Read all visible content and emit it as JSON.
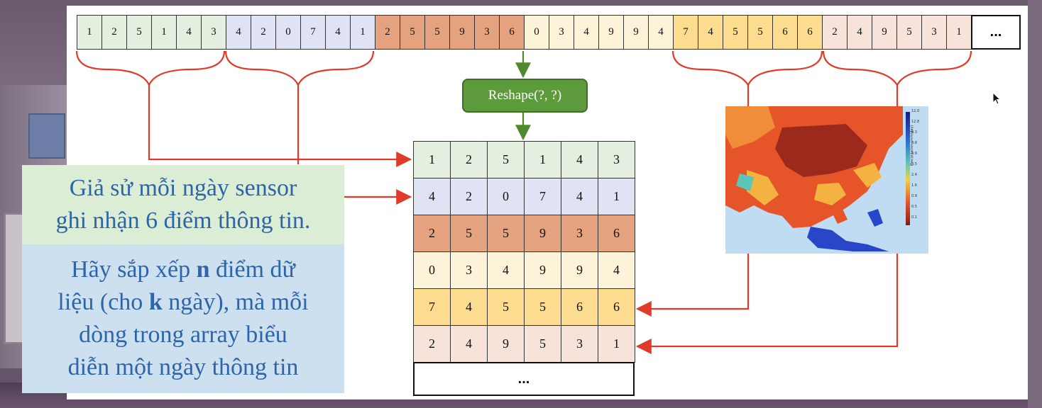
{
  "top_sequence": {
    "groups": [
      {
        "values": [
          "1",
          "2",
          "5",
          "1",
          "4",
          "3"
        ],
        "color": "#e4efdf"
      },
      {
        "values": [
          "4",
          "2",
          "0",
          "7",
          "4",
          "1"
        ],
        "color": "#dfe3f3"
      },
      {
        "values": [
          "2",
          "5",
          "5",
          "9",
          "3",
          "6"
        ],
        "color": "#e4a27e"
      },
      {
        "values": [
          "0",
          "3",
          "4",
          "9",
          "9",
          "4"
        ],
        "color": "#fdf3d8"
      },
      {
        "values": [
          "7",
          "4",
          "5",
          "5",
          "6",
          "6"
        ],
        "color": "#fcdc8e"
      },
      {
        "values": [
          "2",
          "4",
          "9",
          "5",
          "3",
          "1"
        ],
        "color": "#f8e3da"
      }
    ],
    "ellipsis": "..."
  },
  "reshape_label": "Reshape(?, ?)",
  "grid": {
    "rows": [
      {
        "values": [
          "1",
          "2",
          "5",
          "1",
          "4",
          "3"
        ],
        "color": "#e4efdf"
      },
      {
        "values": [
          "4",
          "2",
          "0",
          "7",
          "4",
          "1"
        ],
        "color": "#dfe3f3"
      },
      {
        "values": [
          "2",
          "5",
          "5",
          "9",
          "3",
          "6"
        ],
        "color": "#e4a27e"
      },
      {
        "values": [
          "0",
          "3",
          "4",
          "9",
          "9",
          "4"
        ],
        "color": "#fdf3d8"
      },
      {
        "values": [
          "7",
          "4",
          "5",
          "5",
          "6",
          "6"
        ],
        "color": "#fcdc8e"
      },
      {
        "values": [
          "2",
          "4",
          "9",
          "5",
          "3",
          "1"
        ],
        "color": "#f8e3da"
      }
    ],
    "ellipsis": "..."
  },
  "text_box_top": {
    "line1": "Giả sử mỗi ngày sensor",
    "line2": "ghi nhận 6 điểm thông tin."
  },
  "text_box_bottom": {
    "line1_a": "Hãy sắp xếp ",
    "line1_b": "n",
    "line1_c": " điểm dữ",
    "line2_a": "liệu (cho ",
    "line2_b": "k",
    "line2_c": " ngày), mà mỗi",
    "line3": "dòng trong array biểu",
    "line4": "diễn một ngày thông tin"
  },
  "map_colorbar_ticks": [
    "12.0",
    "12.8",
    "9.3",
    "6.8",
    "4.9",
    "3.5",
    "2.4",
    "1.6",
    "0.9",
    "0.5",
    "0.1"
  ],
  "map_colorbar_label": "Precipitation (mm/day)",
  "colors": {
    "arrow_red": "#e03b2a",
    "arrow_green": "#4e8a2c",
    "text_blue": "#2f64a8"
  }
}
